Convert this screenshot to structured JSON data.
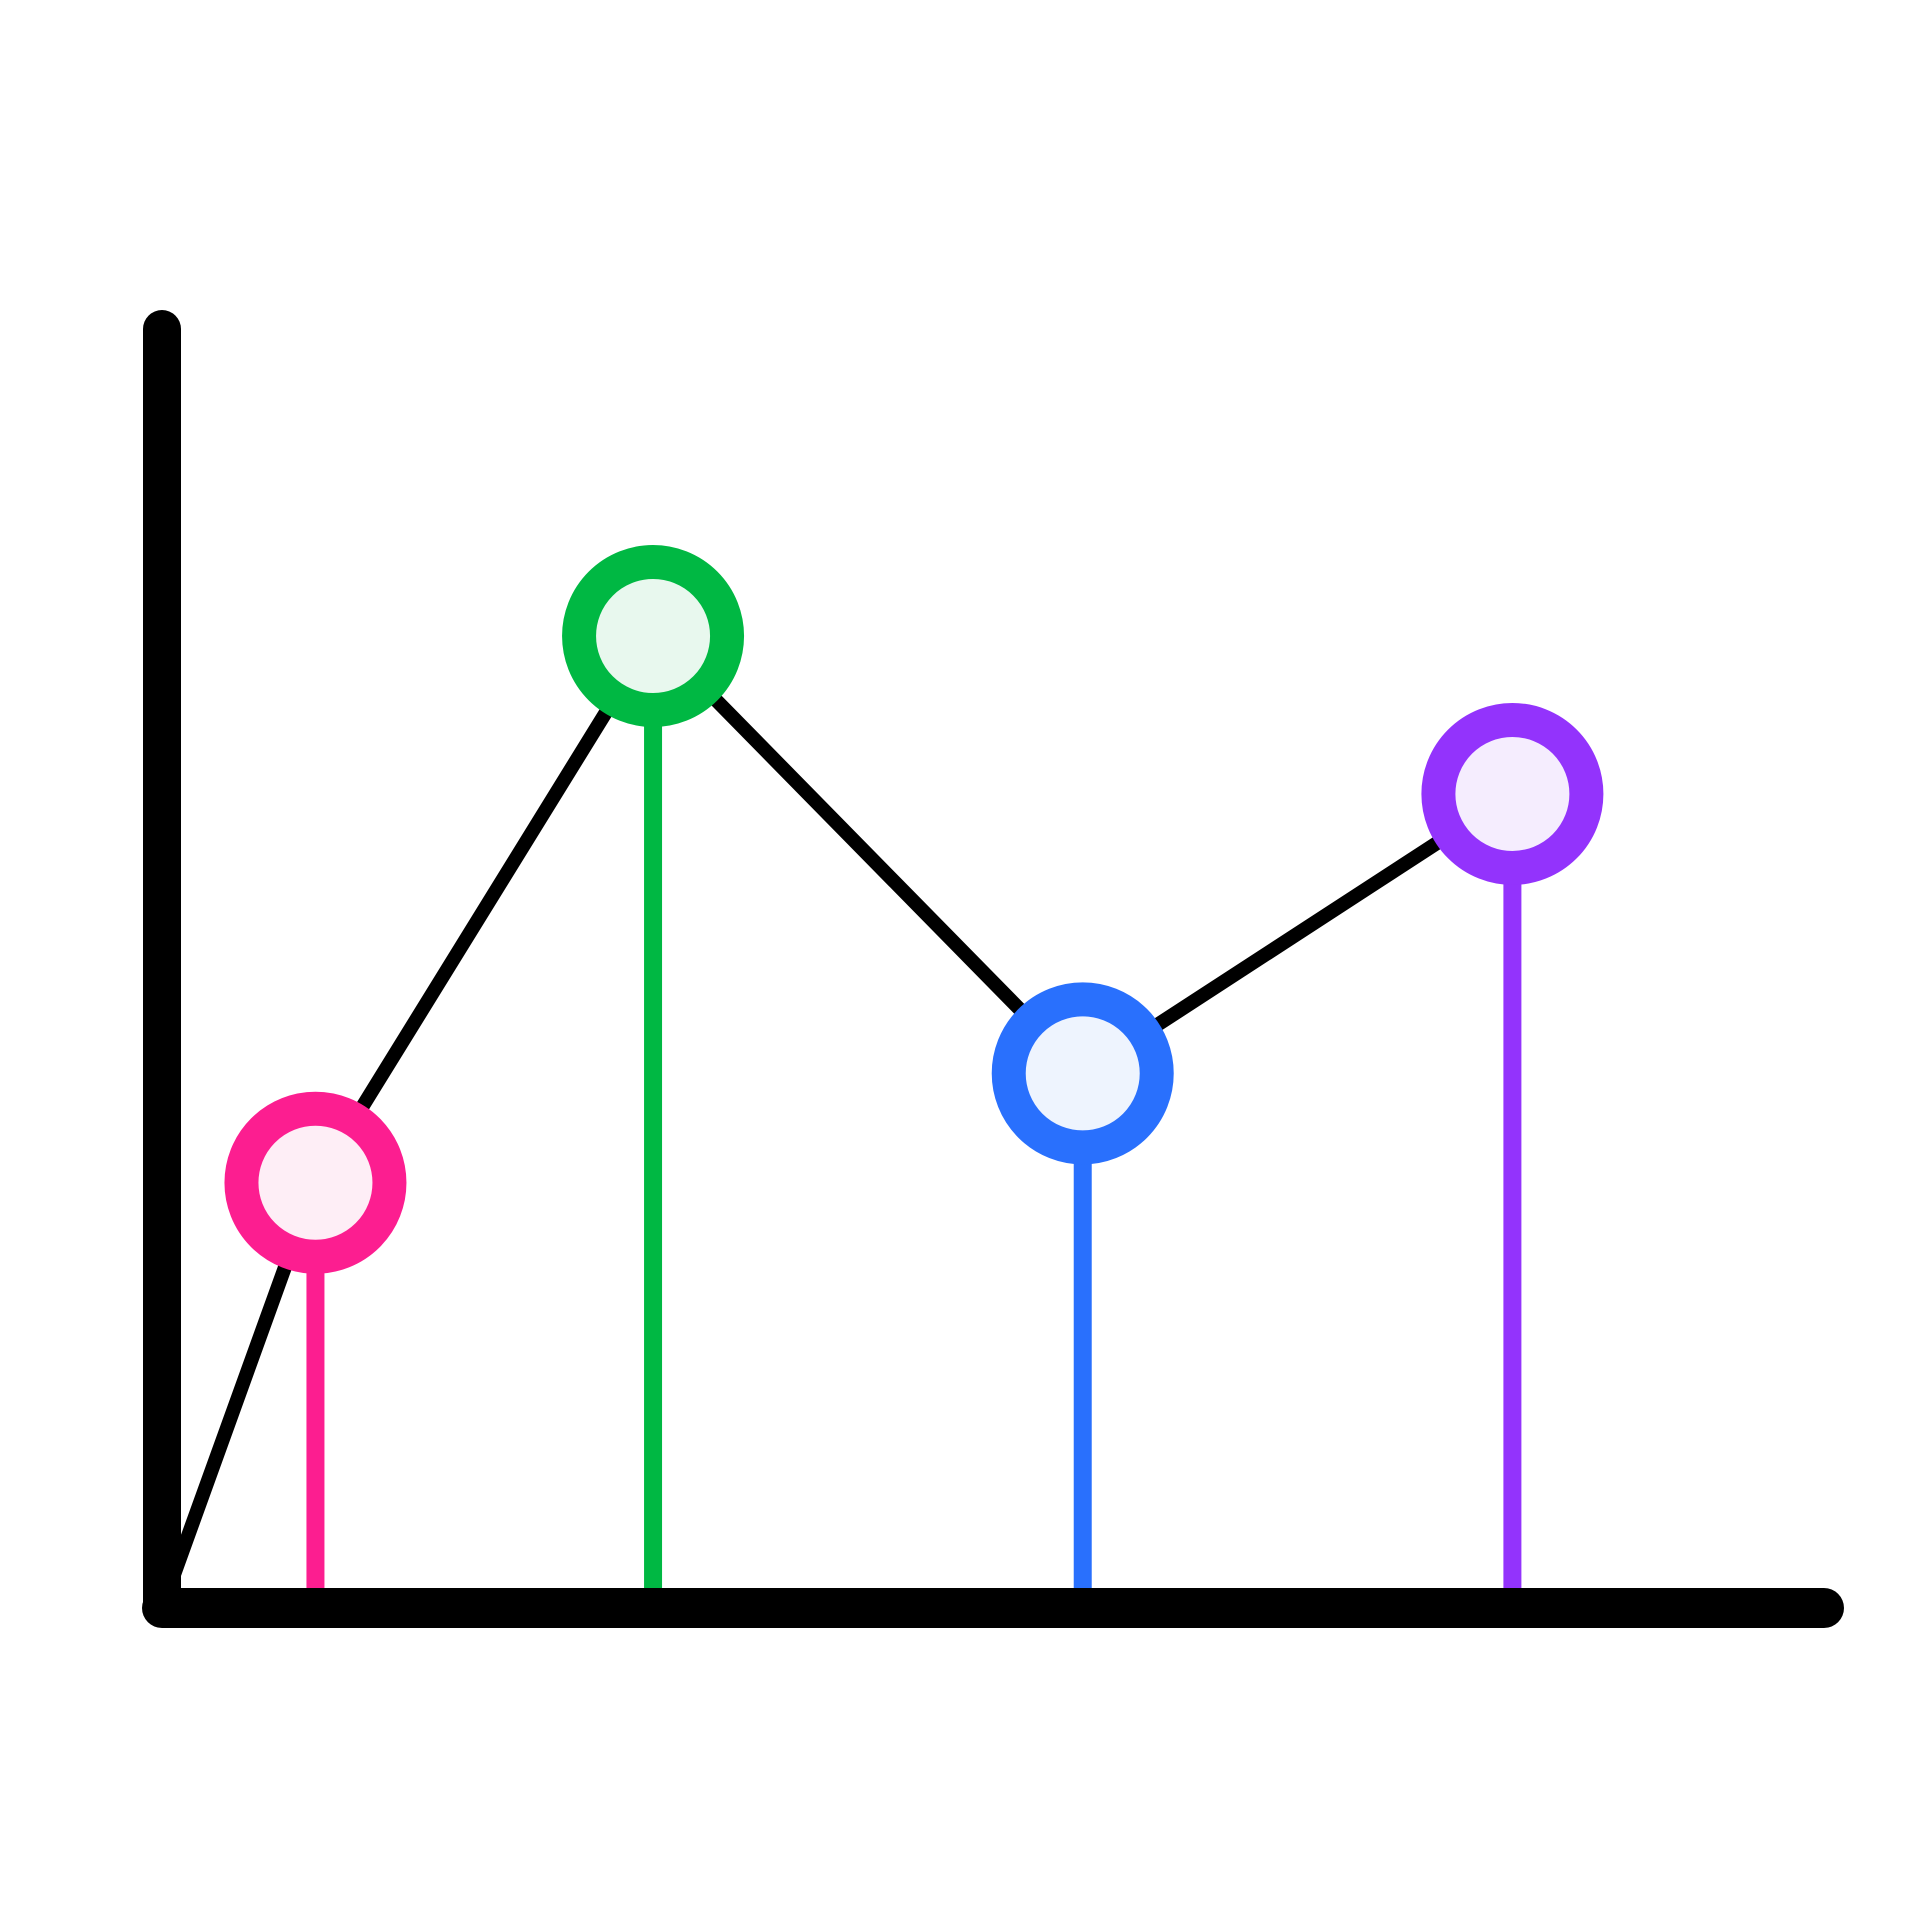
{
  "chart_data": {
    "type": "line",
    "style": "lollipop-line",
    "title": "",
    "xlabel": "",
    "ylabel": "",
    "grid": false,
    "legend": "none",
    "xlim": [
      0,
      5.5
    ],
    "ylim": [
      0,
      100
    ],
    "x": [
      0,
      0.5,
      1.6,
      3.0,
      4.4
    ],
    "values": [
      0,
      35,
      80,
      44,
      67
    ],
    "markers": [
      {
        "x": 0.5,
        "value": 35,
        "stroke": "#fc1e90",
        "fill": "#feeef6"
      },
      {
        "x": 1.6,
        "value": 80,
        "stroke": "#00b843",
        "fill": "#e8f8ee"
      },
      {
        "x": 3.0,
        "value": 44,
        "stroke": "#2970fd",
        "fill": "#eef4fe"
      },
      {
        "x": 4.4,
        "value": 67,
        "stroke": "#9333fc",
        "fill": "#f5edfe"
      }
    ],
    "line_color": "#000000",
    "axis_color": "#000000"
  }
}
